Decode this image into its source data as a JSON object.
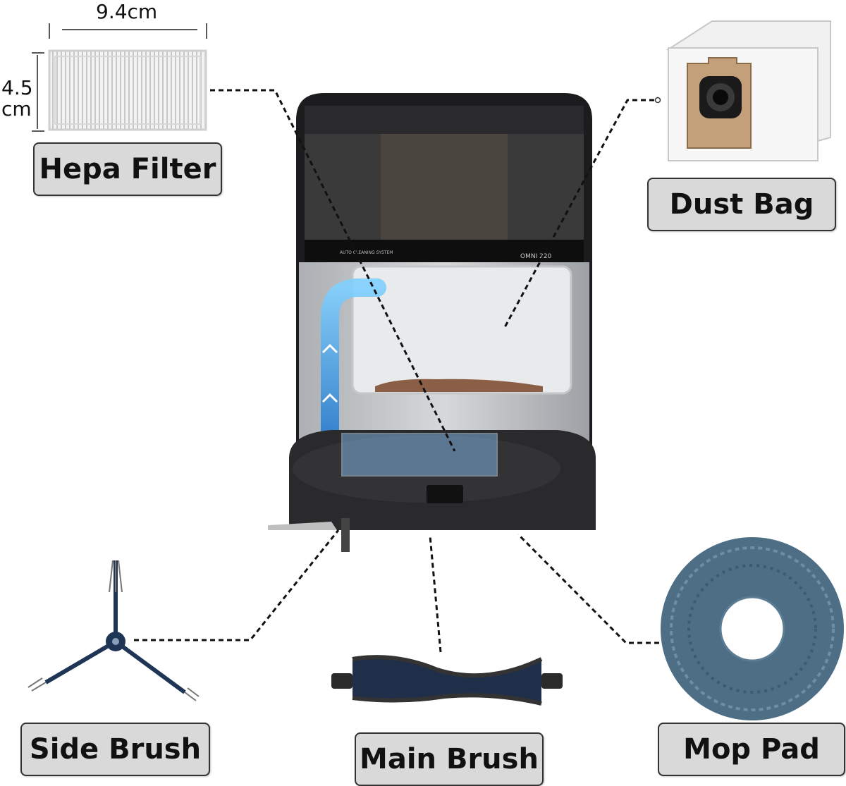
{
  "dimensions": {
    "width": "9.4cm",
    "height_top": "4.5",
    "height_bottom": "cm"
  },
  "station": {
    "brand_text": "AUTO CLEANING SYSTEM",
    "model_text": "OMNI 220"
  },
  "labels": {
    "hepa_filter": "Hepa Filter",
    "dust_bag": "Dust Bag",
    "side_brush": "Side Brush",
    "main_brush": "Main Brush",
    "mop_pad": "Mop Pad"
  },
  "colors": {
    "label_bg": "#d9d9d9",
    "station_dark": "#1c1c1e",
    "airflow_blue": "#3a9fe0",
    "mop_blue": "#4d6e85",
    "dust_bag_panel": "#c4a07a"
  }
}
